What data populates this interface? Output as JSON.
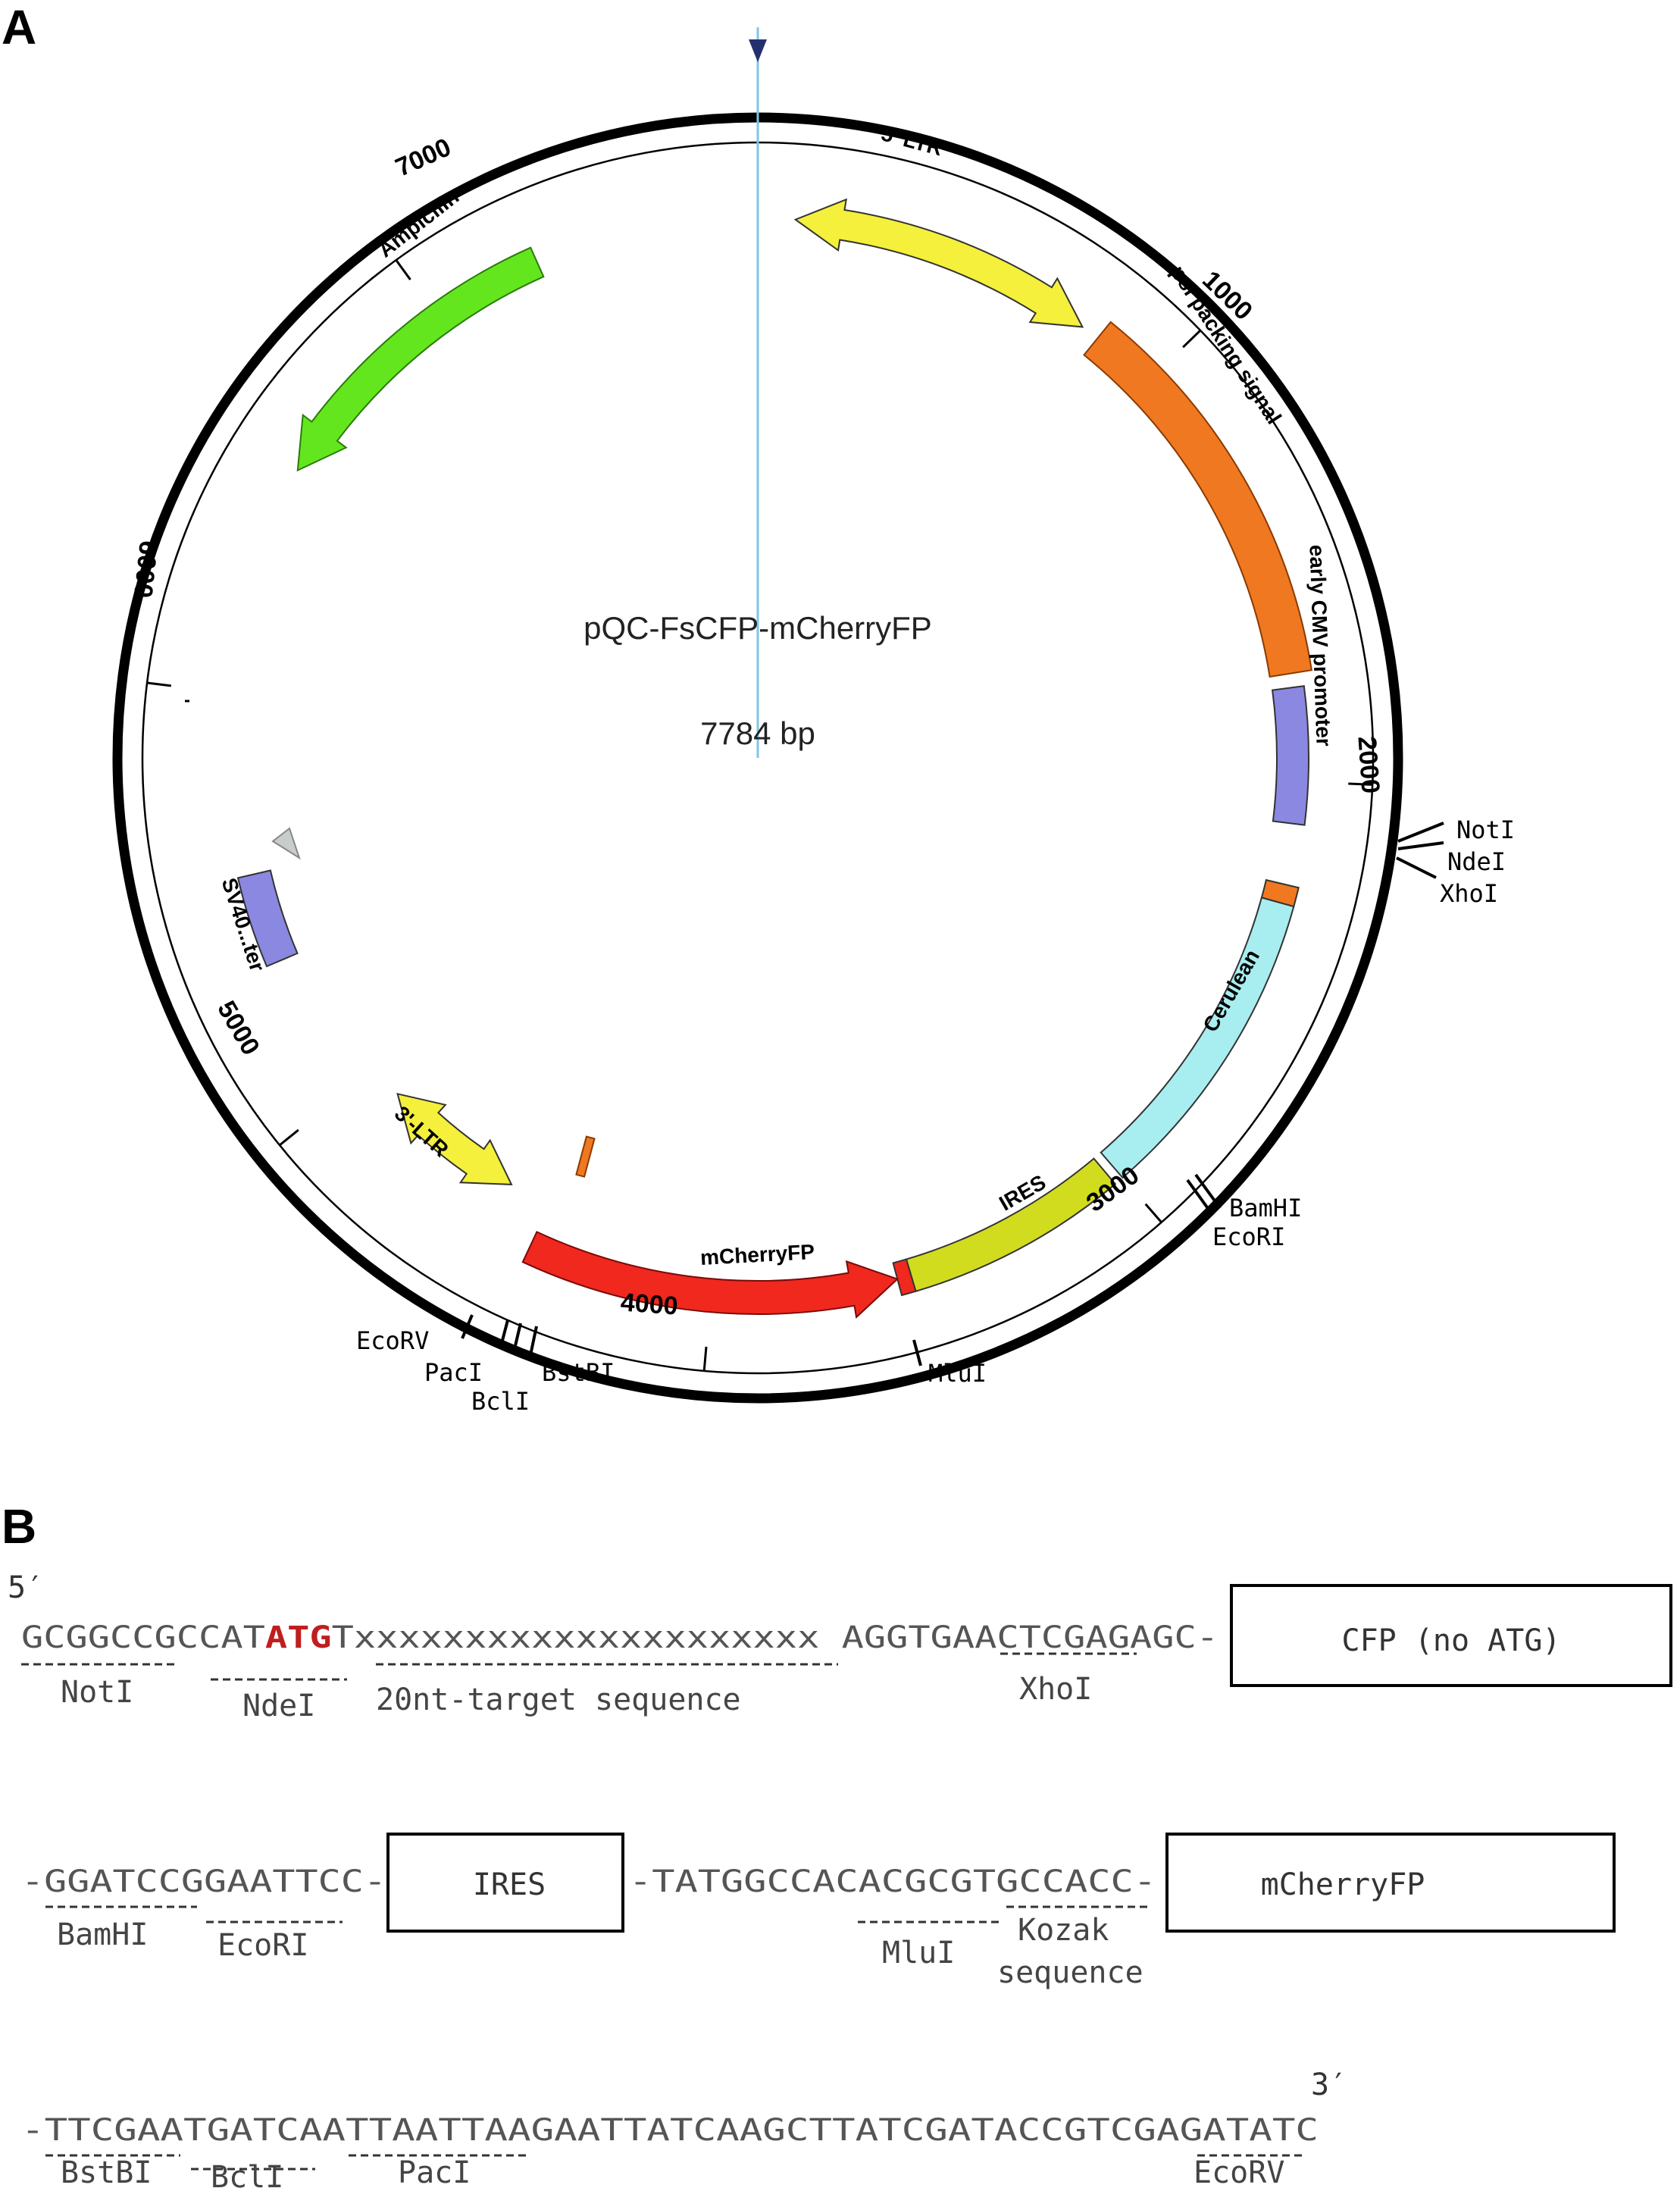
{
  "panel_a": {
    "label": "A",
    "plasmid_name": "pQC-FsCFP-mCherryFP",
    "plasmid_size": "7784 bp",
    "ticks": [
      "1000",
      "2000",
      "3000",
      "4000",
      "5000",
      "6000",
      "7000"
    ],
    "features": {
      "ltr5": "5' LTR",
      "psi": "psi packing signal",
      "cmv": "early CMV promoter",
      "cerulean": "Cerulean",
      "ires": "IRES",
      "mcherry": "mCherryFP",
      "ltr3": "3'-LTR",
      "sv40": "SV40...ter",
      "ampicilin": "Ampicilin"
    },
    "sites": {
      "noti": "NotI",
      "ndei": "NdeI",
      "xhoi": "XhoI",
      "bamhi": "BamHI",
      "ecori": "EcoRI",
      "mlui": "MluI",
      "ecorv": "EcoRV",
      "paci": "PacI",
      "bcli": "BclI",
      "bstbi": "BstBI"
    },
    "colors": {
      "ltr": "#f4f03c",
      "psi": "#f07820",
      "cmv": "#8a88e0",
      "cerulean": "#a8eef0",
      "ires": "#d2dc1e",
      "mcherry": "#f0281e",
      "ampicilin": "#64e61e",
      "sv40": "#8a88e0"
    }
  },
  "panel_b": {
    "label": "B",
    "five_prime": "5′",
    "three_prime": "3′",
    "row1": {
      "seq_start": "GCGGCCGCCAT",
      "start_codon": "ATG",
      "seq_rest": "Txxxxxxxxxxxxxxxxxxxxx AGGTGAACTCGAGAGC-",
      "box": "CFP (no ATG)",
      "labels": {
        "noti": "NotI",
        "ndei": "NdeI",
        "target": "20nt-target sequence",
        "xhoi": "XhoI"
      }
    },
    "row2": {
      "seq1": "-GGATCCGGAATTCC-",
      "box1": "IRES",
      "seq2": "-TATGGCCACACGCGTGCCACC-",
      "box2": "mCherryFP",
      "labels": {
        "bamhi": "BamHI",
        "ecori": "EcoRI",
        "mlui": "MluI",
        "kozak1": "Kozak",
        "kozak2": "sequence"
      }
    },
    "row3": {
      "seq": "-TTCGAATGATCAATTAATTAAGAATTATCAAGCTTATCGATACCGTCGAGATATC",
      "labels": {
        "bstbi": "BstBI",
        "bcli": "BclI",
        "paci": "PacI",
        "ecorv": "EcoRV"
      }
    }
  }
}
